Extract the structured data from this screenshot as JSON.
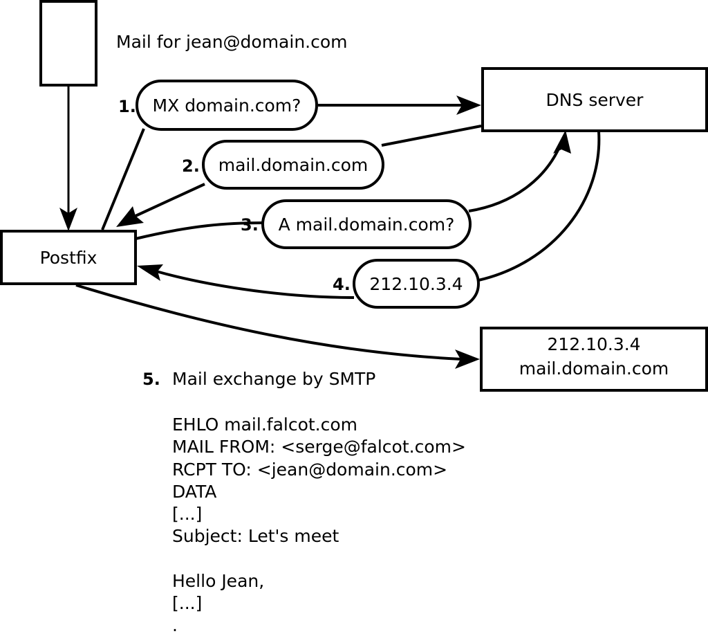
{
  "diagram": {
    "title_note": "Mail for jean@domain.com",
    "nodes": {
      "sender_box": {
        "label": ""
      },
      "postfix": {
        "label": "Postfix"
      },
      "dns_server": {
        "label": "DNS server"
      },
      "destination": {
        "line1": "212.10.3.4",
        "line2": "mail.domain.com"
      }
    },
    "steps": [
      {
        "num": "1.",
        "text": "MX domain.com?"
      },
      {
        "num": "2.",
        "text": "mail.domain.com"
      },
      {
        "num": "3.",
        "text": "A mail.domain.com?"
      },
      {
        "num": "4.",
        "text": "212.10.3.4"
      }
    ],
    "step5": {
      "num": "5.",
      "text": "Mail exchange by SMTP"
    },
    "smtp_transcript": [
      "EHLO mail.falcot.com",
      "MAIL FROM: <serge@falcot.com>",
      "RCPT TO: <jean@domain.com>",
      "DATA",
      "[...]",
      "Subject: Let's meet",
      "",
      "Hello Jean,",
      "[...]",
      "."
    ],
    "colors": {
      "stroke": "#000000",
      "fill": "#ffffff",
      "background": "#ffffff"
    }
  }
}
